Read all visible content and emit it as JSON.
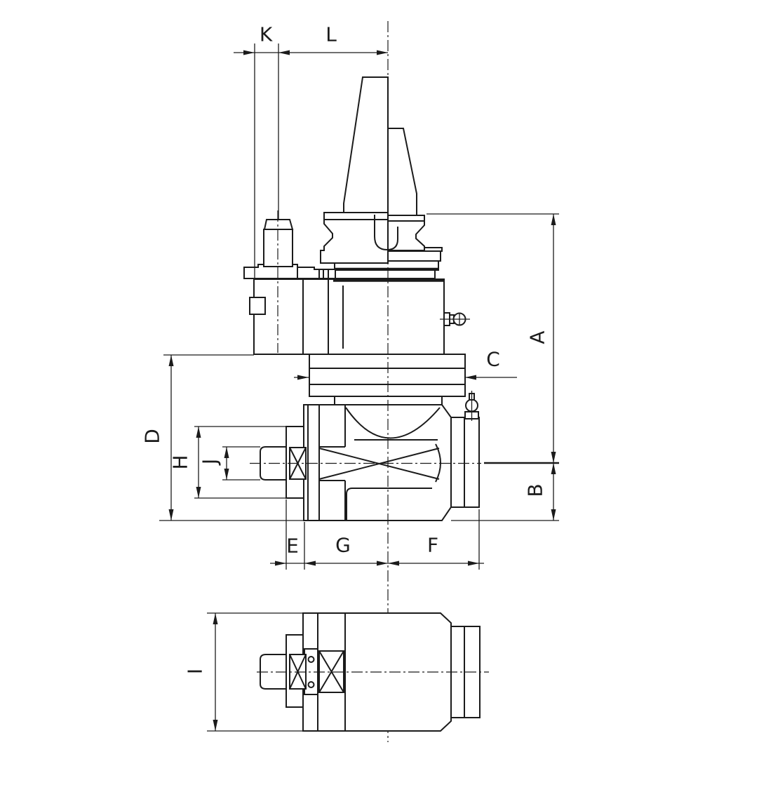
{
  "drawing": {
    "labels": {
      "A": "A",
      "B": "B",
      "C": "C",
      "D": "D",
      "E": "E",
      "F": "F",
      "G": "G",
      "H": "H",
      "I": "I",
      "J": "J",
      "K": "K",
      "L": "L"
    },
    "colors": {
      "line": "#1b1b1b",
      "background": "#ffffff"
    }
  }
}
